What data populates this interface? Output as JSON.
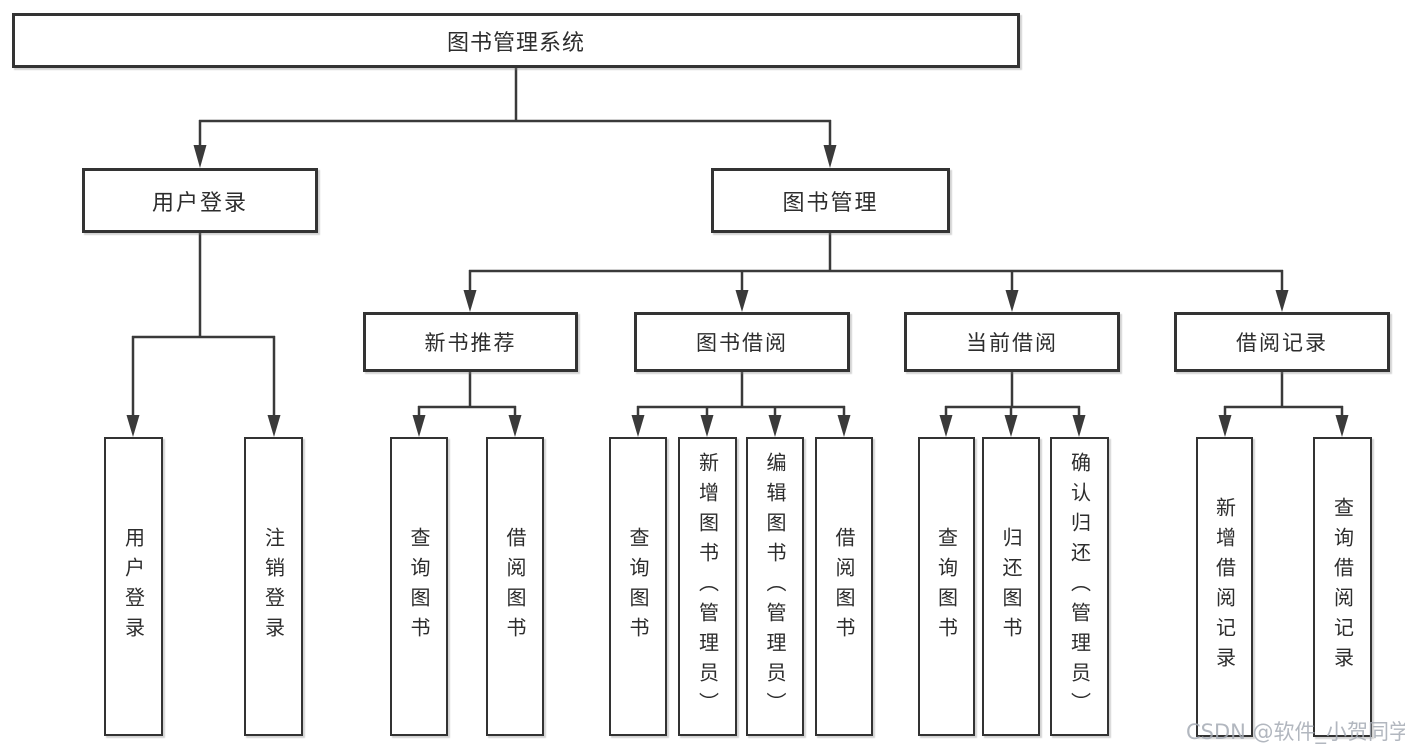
{
  "diagram": {
    "nodes": {
      "root": "图书管理系统",
      "user_login": "用户登录",
      "book_mgmt": "图书管理",
      "new_recommend": "新书推荐",
      "book_borrow": "图书借阅",
      "current_borrow": "当前借阅",
      "borrow_record": "借阅记录",
      "leaf_user_login": "用户登录",
      "leaf_logout": "注销登录",
      "leaf_nr_query": "查询图书",
      "leaf_nr_borrow": "借阅图书",
      "leaf_bb_query": "查询图书",
      "leaf_bb_add": "新增图书（管理员）",
      "leaf_bb_edit": "编辑图书（管理员）",
      "leaf_bb_borrow": "借阅图书",
      "leaf_cb_query": "查询图书",
      "leaf_cb_return": "归还图书",
      "leaf_cb_confirm": "确认归还（管理员）",
      "leaf_br_add": "新增借阅记录",
      "leaf_br_query": "查询借阅记录"
    },
    "line_color": "#3a3a3a",
    "text_color": "#2d2d2d"
  },
  "watermark": "CSDN @软件_小贺同学"
}
